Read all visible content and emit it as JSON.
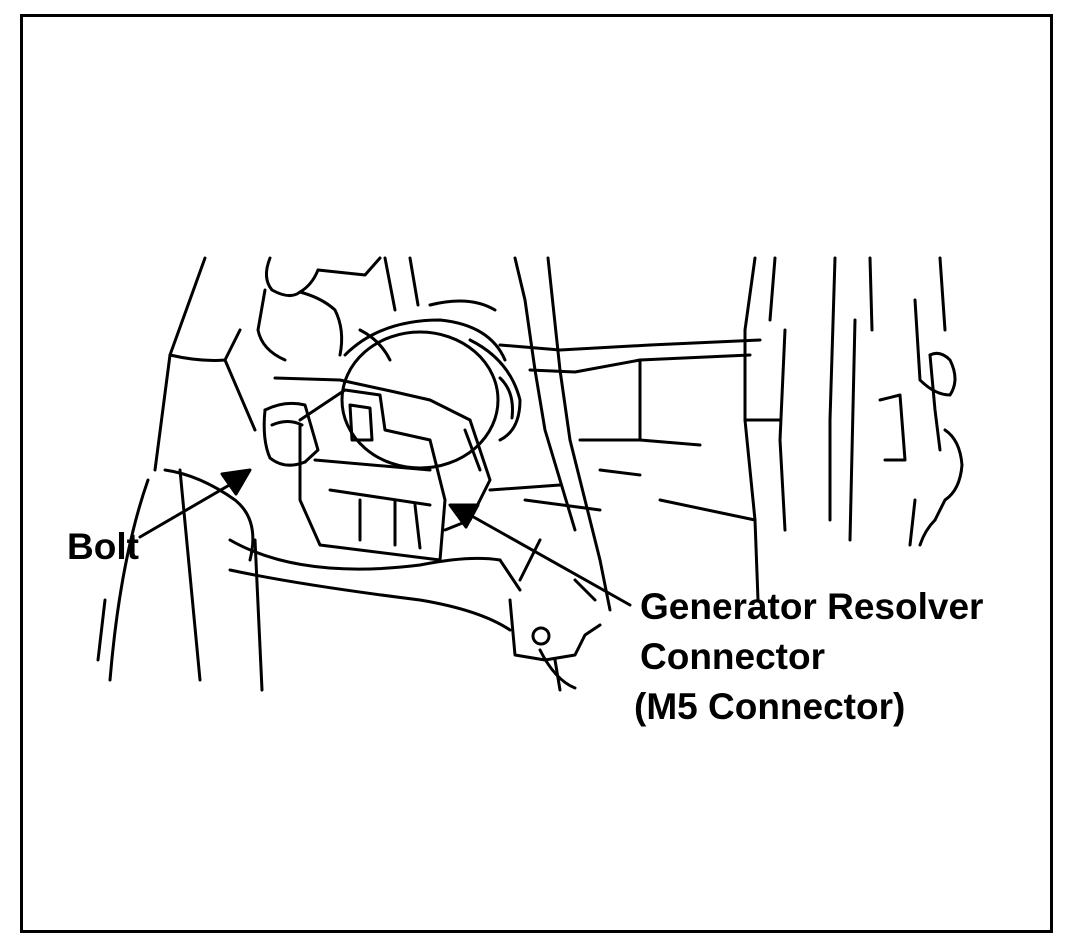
{
  "labels": {
    "bolt": "Bolt",
    "generator_line1": "Generator Resolver",
    "generator_line2": "Connector",
    "generator_line3": "(M5 Connector)"
  },
  "colors": {
    "ink": "#000000",
    "paper": "#ffffff"
  }
}
